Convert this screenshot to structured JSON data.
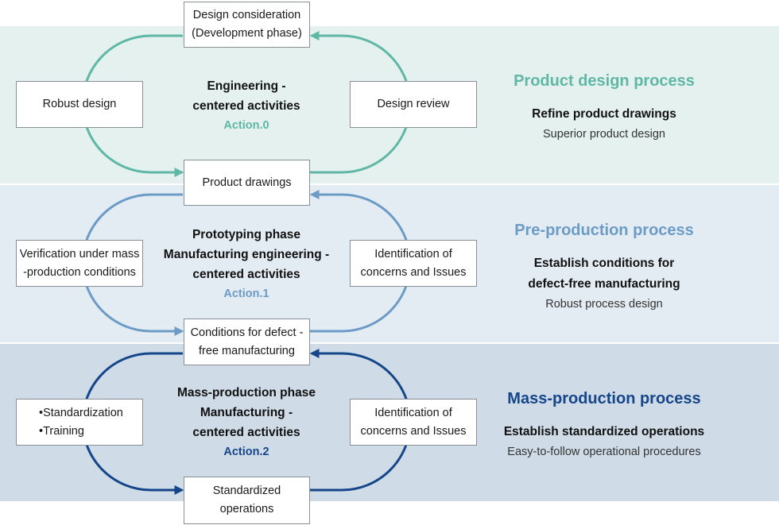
{
  "colors": {
    "teal": "#5fb7a6",
    "lightblue": "#6c9cc6",
    "navy": "#16468a",
    "band_teal": "#e4f1ee",
    "band_lightblue": "#e3ebf3",
    "band_navy": "#cfdbe7"
  },
  "stages": [
    {
      "top_box": "Design consideration\n(Development phase)",
      "left_box": "Robust design",
      "right_box": "Design review",
      "center_lines": [
        "Engineering -",
        "centered activities"
      ],
      "action": "Action.0",
      "process_title": "Product design process",
      "process_desc": [
        "Refine product drawings"
      ],
      "process_sub": "Superior product design"
    },
    {
      "top_box": "Product drawings",
      "left_box": "Verification under mass\n-production conditions",
      "right_box": "Identification of\nconcerns and Issues",
      "center_lines": [
        "Prototyping phase",
        "Manufacturing engineering -",
        "centered activities"
      ],
      "action": "Action.1",
      "process_title": "Pre-production process",
      "process_desc": [
        "Establish conditions for",
        "defect-free manufacturing"
      ],
      "process_sub": "Robust process design"
    },
    {
      "top_box": "Conditions for defect -\nfree manufacturing",
      "left_box": "•Standardization\n•Training",
      "right_box": "Identification of\nconcerns and Issues",
      "center_lines": [
        "Mass-production phase",
        "Manufacturing -",
        "centered activities"
      ],
      "action": "Action.2",
      "process_title": "Mass-production process",
      "process_desc": [
        "Establish standardized operations"
      ],
      "process_sub": "Easy-to-follow operational procedures"
    }
  ],
  "final_box": "Standardized\noperations"
}
